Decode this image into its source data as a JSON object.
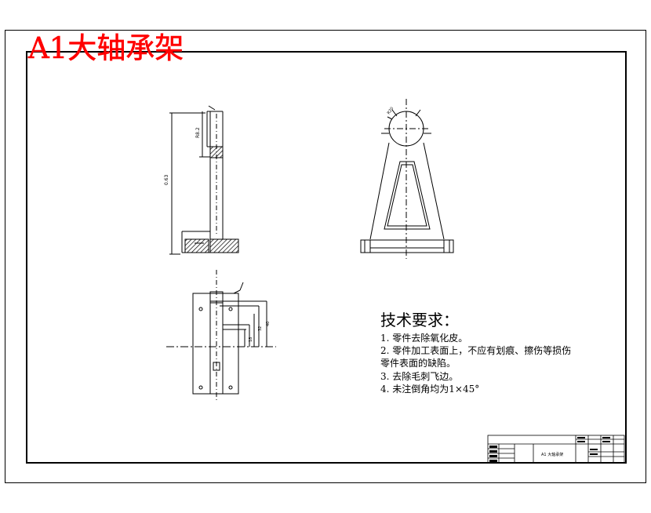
{
  "drawing": {
    "title": "A1大轴承架",
    "title_color": "#ff0000",
    "line_color": "#000000",
    "hatch_color": "#000000"
  },
  "technical_requirements": {
    "heading": "技术要求：",
    "items": [
      "1. 零件去除氧化皮。",
      "2. 零件加工表面上，不应有划痕、擦伤等损伤",
      "零件表面的缺陷。",
      "3. 去除毛刺飞边。",
      "4. 未注倒角均为1×45°"
    ]
  },
  "title_block": {
    "part_name": "A1 大轴承架"
  }
}
